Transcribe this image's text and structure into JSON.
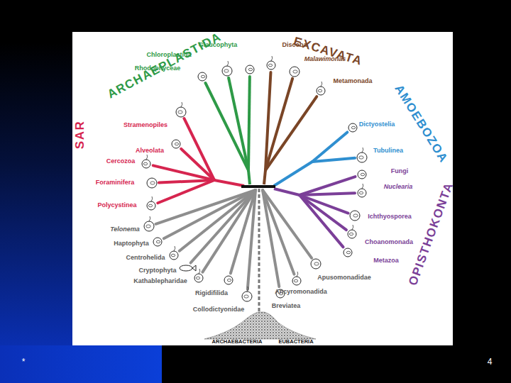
{
  "diagram": {
    "labels": [
      "SAR",
      "ARCHAEPLASTIDA",
      "EXCAVATA",
      "AMOEBOZOA",
      "OPISTHOKONTA",
      "Stramenopiles",
      "Alveolata",
      "Cercozoa",
      "Foraminifera",
      "Polycystinea",
      "Rhodophyceae",
      "Chloroplastida",
      "Glaucophyta",
      "Discoba",
      "Malawimonas",
      "Metamonada",
      "Dictyostelia",
      "Tubulinea",
      "Fungi",
      "Nuclearia",
      "Ichthyosporea",
      "Choanomonada",
      "Metazoa",
      "Apusomonadidae",
      "Ancyromonadida",
      "Breviatea",
      "Collodictyonidae",
      "Rigidifilida",
      "Kathablepharidae",
      "Cryptophyta",
      "Centrohelida",
      "Haptophyta",
      "Telonema",
      "ARCHAEBACTERIA",
      "EUBACTERIA",
      "*",
      "4"
    ]
  }
}
